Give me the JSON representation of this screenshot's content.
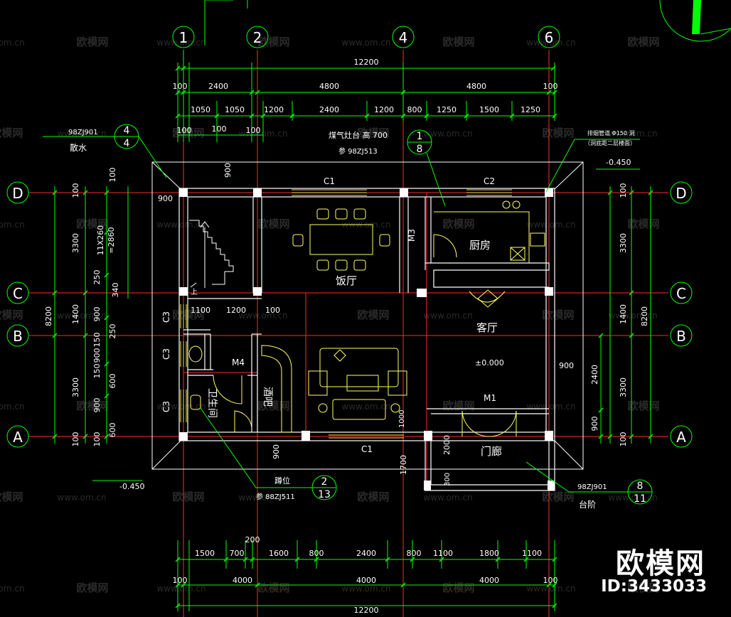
{
  "colors": {
    "background": "#000000",
    "axis_line": "#ff2a2a",
    "wall": "#ffffff",
    "dimension": "#00ff00",
    "furniture": "#ffff66",
    "text": "#ffffff",
    "watermark": "#2a2a2a"
  },
  "axes": {
    "top": [
      "1",
      "2",
      "4",
      "6"
    ],
    "side": [
      "D",
      "C",
      "B",
      "A"
    ]
  },
  "dims": {
    "top_total": "12200",
    "top_row1": [
      "100",
      "2400",
      "4800",
      "4800",
      "100"
    ],
    "top_row2": [
      "1050",
      "1050",
      "1200",
      "2400",
      "1200",
      "800",
      "1250",
      "1500",
      "1250"
    ],
    "top_row3": [
      "100",
      "100",
      "100"
    ],
    "bottom_row1": [
      "1500",
      "700",
      "1600",
      "800",
      "2400",
      "800",
      "1100",
      "1800",
      "1100"
    ],
    "bottom_200": "200",
    "bottom_row2": [
      "100",
      "4000",
      "4000",
      "4000",
      "100"
    ],
    "bottom_total": "12200",
    "left_outer": [
      "100",
      "3300",
      "1400",
      "3300",
      "100"
    ],
    "left_total": "8200",
    "left_inner": [
      "100",
      "250",
      "900",
      "150",
      "900",
      "150",
      "600",
      "900",
      "600",
      "100"
    ],
    "left_stair": "11X260\n=2860",
    "left_340": "340",
    "right_outer": [
      "100",
      "3300",
      "1400",
      "3300",
      "100"
    ],
    "right_total": "8200",
    "right_inner": [
      "2400",
      "900"
    ]
  },
  "rooms": {
    "dining": "饭厅",
    "kitchen": "厨房",
    "living": "客厅",
    "bath": "卫生间",
    "bar": "酒吧",
    "porch": "门廊"
  },
  "labels": {
    "c1_top": "C1",
    "c2": "C2",
    "m3": "M3",
    "m4": "M4",
    "m1": "M1",
    "c1_bottom": "C1",
    "c3_a": "C3",
    "c3_b": "C3",
    "c3_c": "C3",
    "up": "上",
    "gas_stove": "煤气灶台  高 700",
    "gas_ref": "参 98ZJ513",
    "drain_code": "98ZJ901",
    "drain": "散水",
    "pipe": "排烟管道  Φ150  洞",
    "pipe_note": "（洞底距二层楼面）",
    "level_ext": "-0.450",
    "level_floor": "±0.000",
    "level_out": "-0.450",
    "squat": "蹲位",
    "squat_ref": "参 88ZJ511",
    "step_code": "98ZJ901",
    "step": "台阶",
    "dim_1100": "1100",
    "dim_1200": "1200",
    "dim_100": "100",
    "dim_900_top": "900",
    "dim_900_left": "900",
    "dim_900_right": "900",
    "dim_900_bar": "900",
    "dim_1000": "1000",
    "dim_2000": "2000",
    "dim_1700": "1700",
    "dim_300": "300",
    "dim_100_d": "100"
  },
  "bubbles": {
    "b1": {
      "top": "4",
      "bottom": "4"
    },
    "b2": {
      "top": "1",
      "bottom": "8"
    },
    "b3": {
      "top": "2",
      "bottom": "13"
    },
    "b4": {
      "top": "8",
      "bottom": "11"
    }
  },
  "watermarks": {
    "brand": "欧模网",
    "site": "www.om.cn",
    "corner_logo": "欧模网",
    "corner_id": "ID:3433033"
  }
}
